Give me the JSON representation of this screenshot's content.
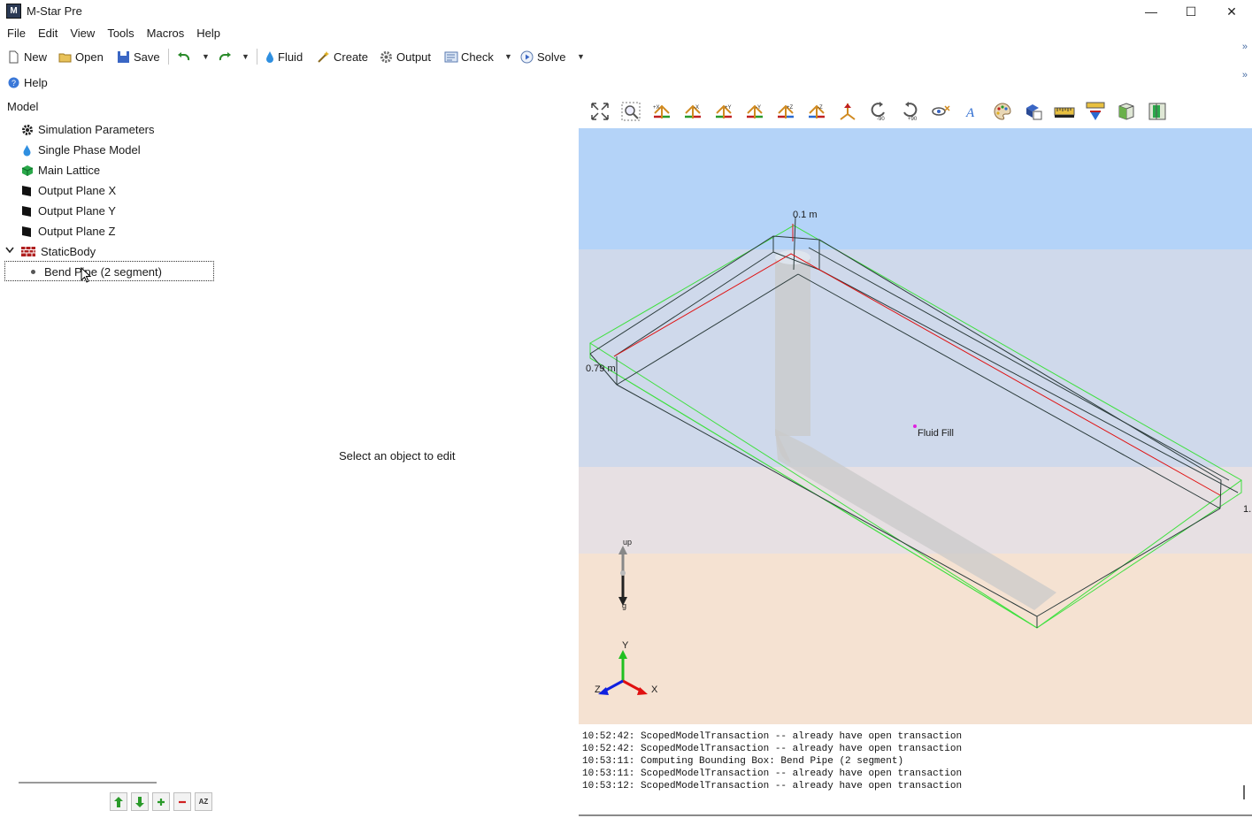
{
  "window": {
    "title": "M-Star Pre",
    "app_icon_letter": "M",
    "controls": {
      "minimize": "—",
      "maximize": "☐",
      "close": "✕"
    }
  },
  "menu": [
    "File",
    "Edit",
    "View",
    "Tools",
    "Macros",
    "Help"
  ],
  "toolbar": {
    "new_label": "New",
    "open_label": "Open",
    "save_label": "Save",
    "fluid_label": "Fluid",
    "create_label": "Create",
    "output_label": "Output",
    "check_label": "Check",
    "solve_label": "Solve"
  },
  "help_label": "Help",
  "model_label": "Model",
  "tree": {
    "items": [
      {
        "label": "Simulation Parameters",
        "icon": "gear-icon"
      },
      {
        "label": "Single Phase Model",
        "icon": "droplet-icon"
      },
      {
        "label": "Main Lattice",
        "icon": "cube-icon"
      },
      {
        "label": "Output Plane X",
        "icon": "plane-icon"
      },
      {
        "label": "Output Plane Y",
        "icon": "plane-icon"
      },
      {
        "label": "Output Plane Z",
        "icon": "plane-icon"
      },
      {
        "label": "StaticBody",
        "icon": "brick-wall-icon"
      },
      {
        "label": "Bend Pipe (2 segment)",
        "icon": "bullet-icon"
      }
    ]
  },
  "editor_placeholder": "Select an object to edit",
  "viewport": {
    "dim_top": "0.1 m",
    "dim_left": "0.79 m",
    "dim_right": "1.",
    "fluid_fill_label": "Fluid Fill",
    "gravity_up": "up",
    "gravity_g": "g",
    "axis_x": "X",
    "axis_y": "Y",
    "axis_z": "Z",
    "colors": {
      "sky": "#b4d3f8",
      "band2": "#cfd9eb",
      "band3": "#e7e0e3",
      "floor": "#f5e2d2",
      "bbox": "#3fe03f",
      "lattice": "#2b3b3b",
      "highlight": "#e01010"
    }
  },
  "console": {
    "lines": [
      "10:52:42: ScopedModelTransaction -- already have open transaction",
      "10:52:42: ScopedModelTransaction -- already have open transaction",
      "10:53:11: Computing Bounding Box: Bend Pipe (2 segment)",
      "10:53:11: ScopedModelTransaction -- already have open transaction",
      "10:53:12: ScopedModelTransaction -- already have open transaction"
    ]
  },
  "bottom_buttons": [
    "move-up",
    "move-down",
    "add",
    "remove",
    "sort-az"
  ],
  "sort_glyph": "AZ"
}
